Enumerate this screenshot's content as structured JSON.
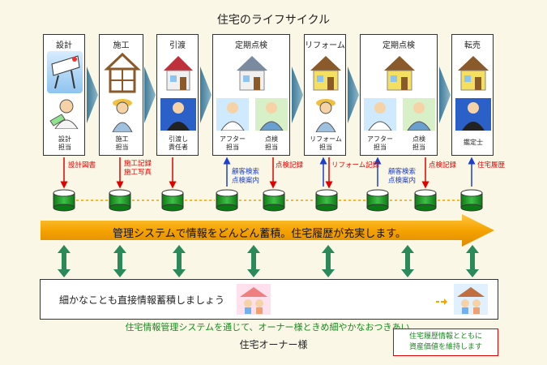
{
  "title": "住宅のライフサイクル",
  "stages": [
    {
      "label": "設計",
      "roles": [
        {
          "text": "設計\n担当"
        }
      ]
    },
    {
      "label": "施工",
      "roles": [
        {
          "text": "施工\n担当"
        }
      ]
    },
    {
      "label": "引渡",
      "roles": [
        {
          "text": "引渡し\n責任者"
        }
      ]
    },
    {
      "label": "定期点検",
      "roles": [
        {
          "text": "アフター\n担当"
        },
        {
          "text": "点検\n担当"
        }
      ]
    },
    {
      "label": "リフォーム",
      "roles": [
        {
          "text": "リフォーム\n担当"
        }
      ]
    },
    {
      "label": "定期点検",
      "roles": [
        {
          "text": "アフター\n担当"
        },
        {
          "text": "点検\n担当"
        }
      ]
    },
    {
      "label": "転売",
      "roles": [
        {
          "text": "鑑定士"
        }
      ]
    }
  ],
  "notes": {
    "design_docs": "設計図書",
    "construction": "施工記録\n施工写真",
    "customer_search_1": "顧客検索\n点検案内",
    "inspection_record_1": "点検記録",
    "reform_record": "リフォーム記録",
    "customer_search_2": "顧客検索\n点検案内",
    "inspection_record_2": "点検記録",
    "housing_history": "住宅履歴"
  },
  "main_bar": "管理システムで情報をどんどん蓄積。住宅履歴が充実します。",
  "owner_box_text": "細かなことも直接情報蓄積しましょう",
  "communication": "住宅情報管理システムを通じて、オーナー様ときめ細やかなおつきあい",
  "owner_name": "住宅オーナー様",
  "asset_box": "住宅履歴情報とともに\n資産価値を維持します",
  "colors": {
    "green": "#1a8a20",
    "orange": "#f5a300",
    "red": "#e00000",
    "blue": "#1c3fd0",
    "teal": "#5a8aa0"
  }
}
